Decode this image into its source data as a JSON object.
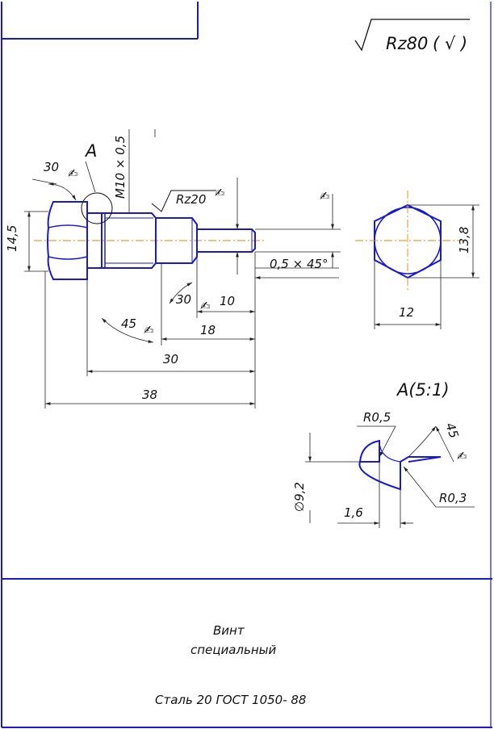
{
  "roughness": {
    "general": "Rz80",
    "general_suffix": "( √ )",
    "surface": "Rz20"
  },
  "view_label": "A",
  "detail_label": "A(5:1)",
  "dimensions": {
    "thread": "M10 × 0,5",
    "head_across_flats": "14,5",
    "head_chamfer_angle": "30",
    "angle_45": "45",
    "angle_30": "30",
    "chamfer_tip": "0,5 × 45°",
    "len_10": "10",
    "len_18": "18",
    "len_30": "30",
    "len_38": "38",
    "hex_width": "12",
    "hex_height": "13,8",
    "detail_r1": "R0,5",
    "detail_r2": "R0,3",
    "detail_diameter": "∅9,2",
    "detail_len": "1,6",
    "detail_angle": "45"
  },
  "title_block": {
    "name_line1": "Винт",
    "name_line2": "специальный",
    "material": "Сталь 20 ГОСТ 1050- 88"
  }
}
